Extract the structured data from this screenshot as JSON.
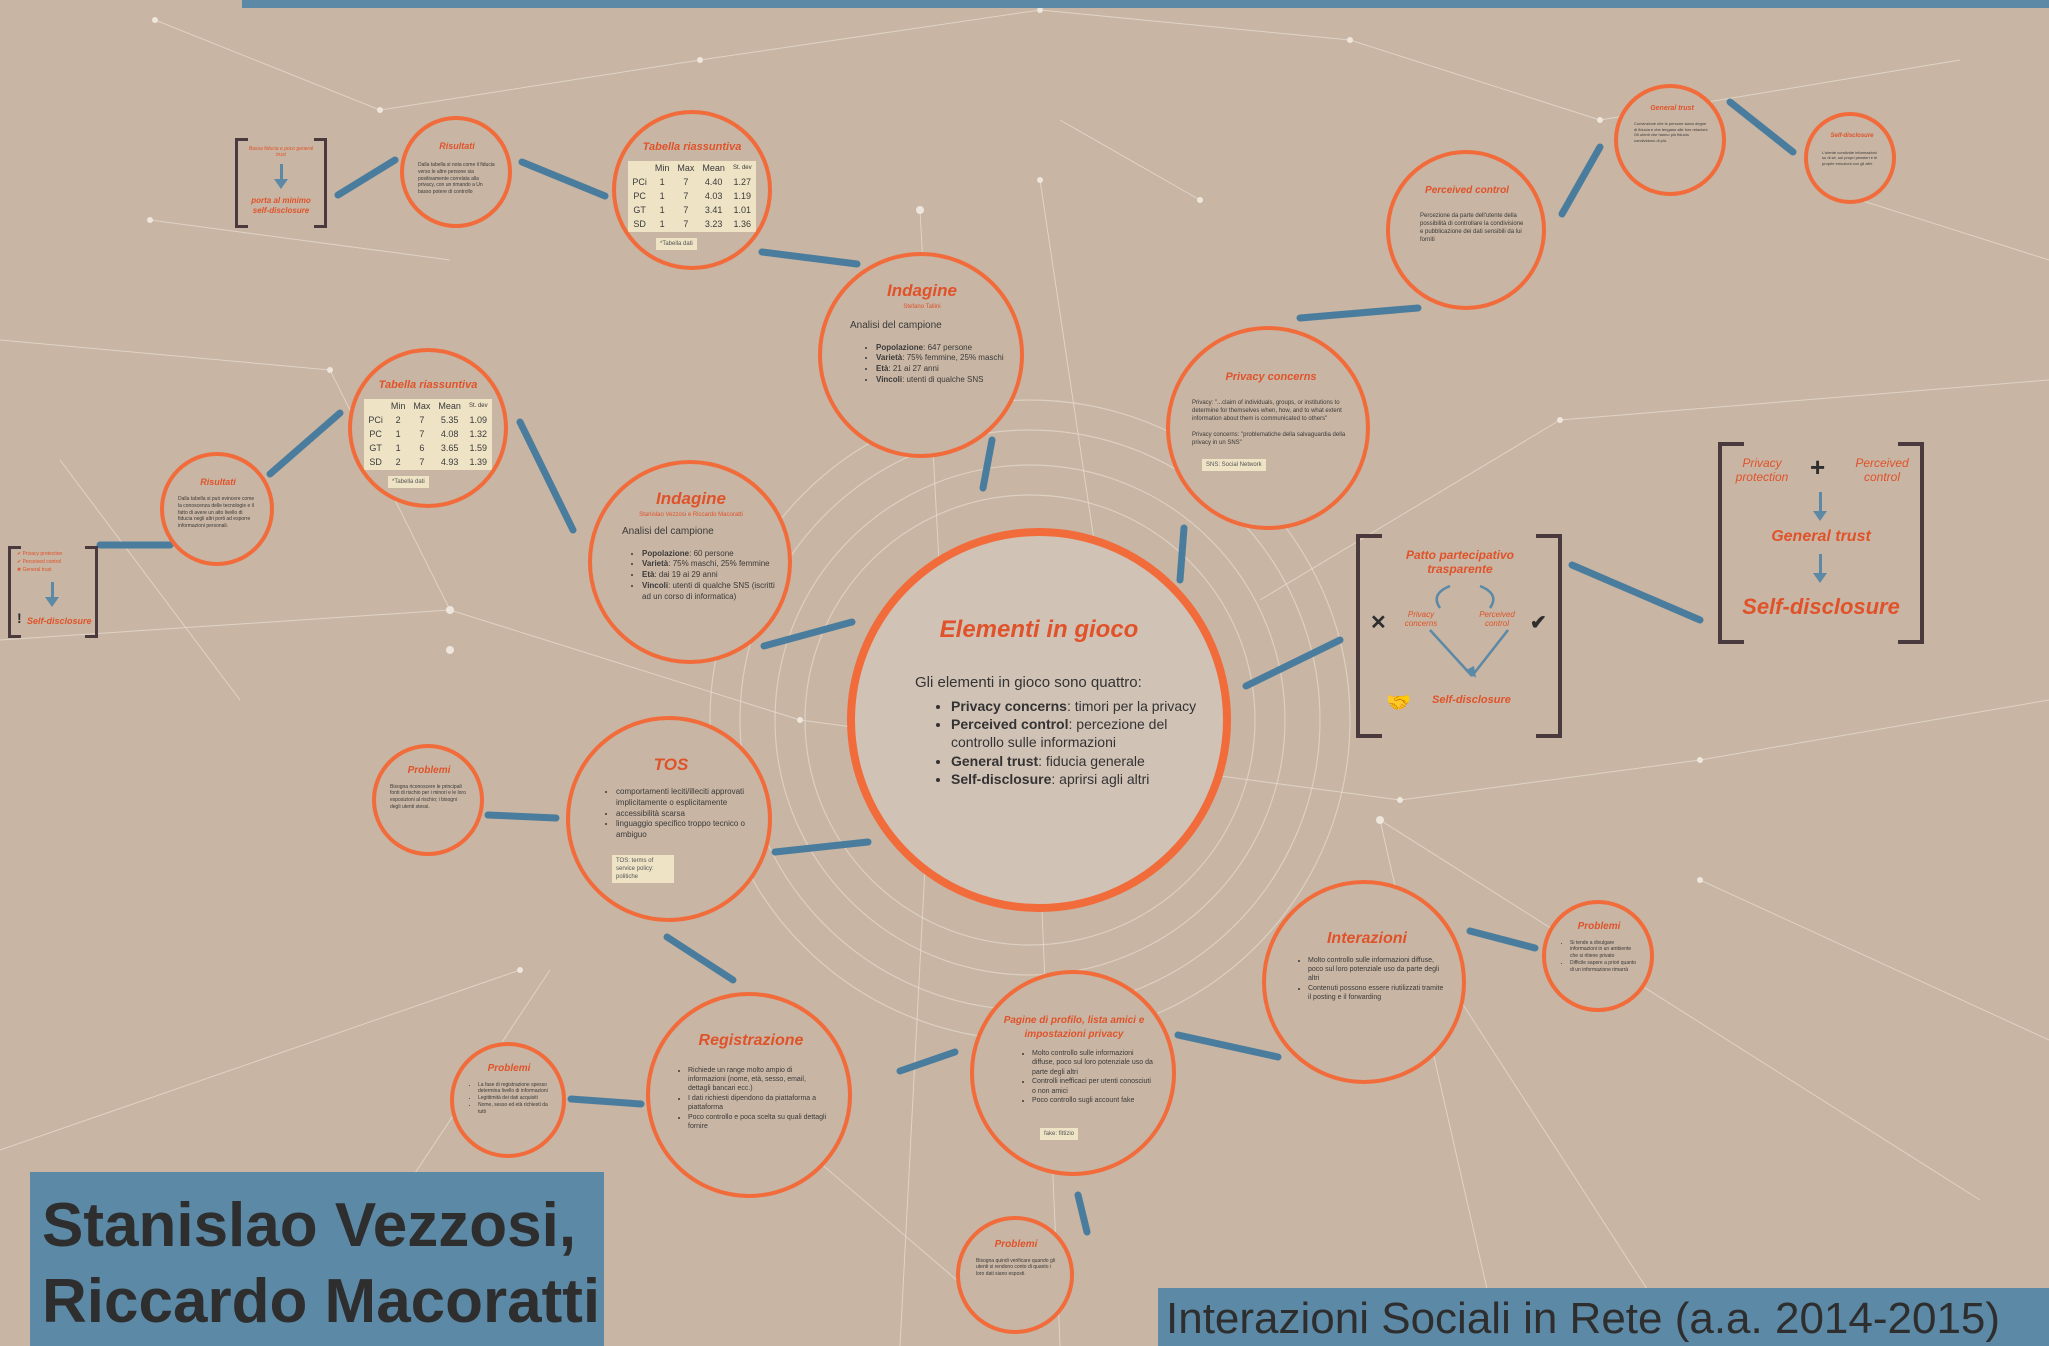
{
  "colors": {
    "background": "#c8b5a3",
    "accent": "#f26b3a",
    "accent_text": "#e0532a",
    "connector": "#5b89a6",
    "bracket": "#4a3a3d",
    "chip": "#efe3c6"
  },
  "center": {
    "title": "Elementi in gioco",
    "intro": "Gli elementi in gioco sono quattro:",
    "items": [
      {
        "term": "Privacy concerns",
        "desc": ": timori per la privacy"
      },
      {
        "term": "Perceived control",
        "desc": ": percezione del controllo sulle informazioni"
      },
      {
        "term": "General trust",
        "desc": ": fiducia generale"
      },
      {
        "term": "Self-disclosure",
        "desc": ": aprirsi agli altri"
      }
    ]
  },
  "indagine1": {
    "title": "Indagine",
    "authors": "Stefano Tallini",
    "subtitle": "Analisi del campione",
    "items": [
      {
        "term": "Popolazione",
        "desc": ": 647 persone"
      },
      {
        "term": "Varietà",
        "desc": ": 75% femmine, 25% maschi"
      },
      {
        "term": "Età",
        "desc": ": 21 ai 27 anni"
      },
      {
        "term": "Vincoli",
        "desc": ": utenti di qualche SNS"
      }
    ]
  },
  "indagine2": {
    "title": "Indagine",
    "authors": "Stanislao Vezzosi e Riccardo Macoratti",
    "subtitle": "Analisi del campione",
    "items": [
      {
        "term": "Popolazione",
        "desc": ": 60 persone"
      },
      {
        "term": "Varietà",
        "desc": ": 75% maschi, 25% femmine"
      },
      {
        "term": "Età",
        "desc": ": dai 19 ai 29 anni"
      },
      {
        "term": "Vincoli",
        "desc": ": utenti di qualche SNS (iscritti ad un corso di informatica)"
      }
    ]
  },
  "tabella1": {
    "title": "Tabella riassuntiva",
    "headers": [
      "",
      "Min",
      "Max",
      "Mean",
      "St. dev"
    ],
    "rows": [
      [
        "PCi",
        "1",
        "7",
        "4.40",
        "1.27"
      ],
      [
        "PC",
        "1",
        "7",
        "4.03",
        "1.19"
      ],
      [
        "GT",
        "1",
        "7",
        "3.41",
        "1.01"
      ],
      [
        "SD",
        "1",
        "7",
        "3.23",
        "1.36"
      ]
    ],
    "note": "*Tabella dati"
  },
  "tabella2": {
    "title": "Tabella riassuntiva",
    "headers": [
      "",
      "Min",
      "Max",
      "Mean",
      "St. dev"
    ],
    "rows": [
      [
        "PCi",
        "2",
        "7",
        "5.35",
        "1.09"
      ],
      [
        "PC",
        "1",
        "7",
        "4.08",
        "1.32"
      ],
      [
        "GT",
        "1",
        "6",
        "3.65",
        "1.59"
      ],
      [
        "SD",
        "2",
        "7",
        "4.93",
        "1.39"
      ]
    ],
    "note": "*Tabella dati"
  },
  "risultati1": {
    "title": "Risultati",
    "text": "Dalla tabella si nota come il fiducia verso le altre persone sia positivamente correlata alla privacy, con un rimando a Un basso potere di controllo"
  },
  "risultati2": {
    "title": "Risultati",
    "text": "Dalla tabella si può evincere come la conoscenza delle tecnologie e il fatto di avere un alto livello di fiducia negli altri porti ad esporre informazioni personali."
  },
  "bracket_left_top": {
    "line1": "Bassa fiducia e poco general trust",
    "line2": "porta al minimo",
    "line3": "self-disclosure"
  },
  "bracket_left_mid": {
    "items": [
      "Privacy protection",
      "Perceived control",
      "General trust"
    ],
    "result": "Self-disclosure"
  },
  "tos": {
    "title": "TOS",
    "items": [
      "comportamenti leciti/illeciti approvati implicitamente o esplicitamente",
      "accessibilità scarsa",
      "linguaggio specifico troppo tecnico o ambiguo"
    ],
    "chip": "TOS: terms of service policy: politiche"
  },
  "problemi_tos": {
    "title": "Problemi",
    "text": "Bisogna riconoscere le principali fonti di rischio per i minori e le loro esposizioni al rischio; i bisogni degli utenti stessi."
  },
  "registrazione": {
    "title": "Registrazione",
    "items": [
      "Richiede un range molto ampio di informazioni (nome, età, sesso, email, dettagli bancari ecc.)",
      "I dati richiesti dipendono da piattaforma a piattaforma",
      "Poco controllo e poca scelta su quali dettagli fornire"
    ]
  },
  "problemi_reg": {
    "title": "Problemi",
    "items": [
      "La fase di registrazione spesso determina livello di informazioni",
      "Legittimità dei dati acquisiti",
      "Nome, sesso ed età richiesti da tutti"
    ]
  },
  "profilo": {
    "title": "Pagine di profilo, lista amici e impostazioni privacy",
    "items": [
      "Molto controllo sulle informazioni diffuse, poco sul loro potenziale uso da parte degli altri",
      "Controlli inefficaci per utenti conosciuti o non amici",
      "Poco controllo sugli account fake"
    ],
    "chip": "fake: fittizio"
  },
  "problemi_profilo": {
    "title": "Problemi",
    "text": "Bisogna quindi verificare quando gli utenti si rendono conto di quanto i loro dati siano esposti."
  },
  "interazioni": {
    "title": "Interazioni",
    "items": [
      "Molto controllo sulle informazioni diffuse, poco sul loro potenziale uso da parte degli altri",
      "Contenuti possono essere riutilizzati tramite il posting e il forwarding"
    ]
  },
  "problemi_int": {
    "title": "Problemi",
    "items": [
      "Si tende a divulgare informazioni in un ambiente che si ritiene privato",
      "Difficile sapere a priori quanto di un informazione rimarrà"
    ]
  },
  "privacy_concerns": {
    "title": "Privacy concerns",
    "def1": "Privacy: \"...claim of individuals, groups, or institutions to determine for themselves when, how, and to what extent information about them is communicated to others\"",
    "def2": "Privacy concerns: \"problematiche della salvaguardia della privacy in un SNS\"",
    "chip": "SNS: Social Network"
  },
  "perceived_control": {
    "title": "Perceived control",
    "text": "Percezione da parte dell'utente della possibilità di controllare la condivisione e pubblicazione dei dati sensibili da lui forniti"
  },
  "general_trust": {
    "title": "General trust",
    "text": "Convinzione che le persone siano degne di fiducia e che tengano alle loro relazioni. Gli utenti che hanno più fiducia condividono di più."
  },
  "self_disclosure_node": {
    "title": "Self-disclosure",
    "text": "L'utente condivide informazioni su di sé, sui propri pensieri e le proprie emozioni con gli altri."
  },
  "patto": {
    "title": "Patto partecipativo trasparente",
    "left": "Privacy concerns",
    "right": "Perceived control",
    "bottom": "Self-disclosure"
  },
  "right_bracket": {
    "left": "Privacy protection",
    "plus": "+",
    "right": "Perceived control",
    "middle": "General trust",
    "bottom": "Self-disclosure"
  },
  "authors": {
    "line1": "Stanislao Vezzosi,",
    "line2": "Riccardo Macoratti"
  },
  "course": "Interazioni Sociali in Rete (a.a. 2014-2015)"
}
